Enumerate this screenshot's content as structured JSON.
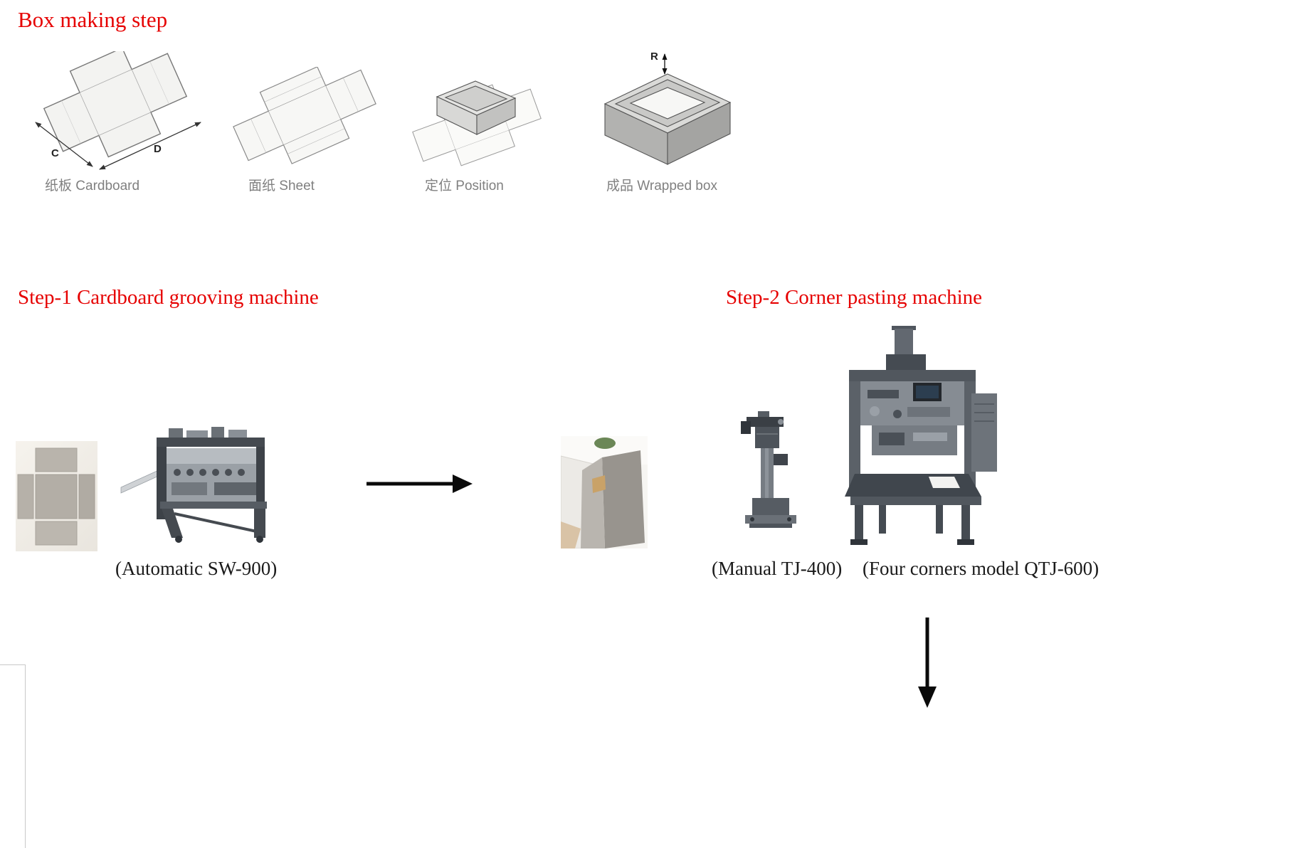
{
  "title": "Box making step",
  "box_steps": {
    "items": [
      {
        "label": "纸板 Cardboard"
      },
      {
        "label": "面纸 Sheet"
      },
      {
        "label": "定位 Position"
      },
      {
        "label": "成品 Wrapped box"
      }
    ],
    "dims": {
      "c": "C",
      "d": "D",
      "r": "R"
    }
  },
  "step1": {
    "heading": "Step-1 Cardboard grooving machine",
    "machine_caption": "(Automatic SW-900)"
  },
  "step2": {
    "heading": "Step-2 Corner pasting machine",
    "manual_caption": "(Manual TJ-400)",
    "four_corner_caption": "(Four corners model QTJ-600)"
  },
  "icons": {
    "flow_right": "right-arrow",
    "flow_down": "down-arrow"
  },
  "colors": {
    "heading_red": "#e60000",
    "label_gray": "#808080",
    "text_black": "#1a1a1a",
    "arrow_black": "#0a0a0a"
  }
}
